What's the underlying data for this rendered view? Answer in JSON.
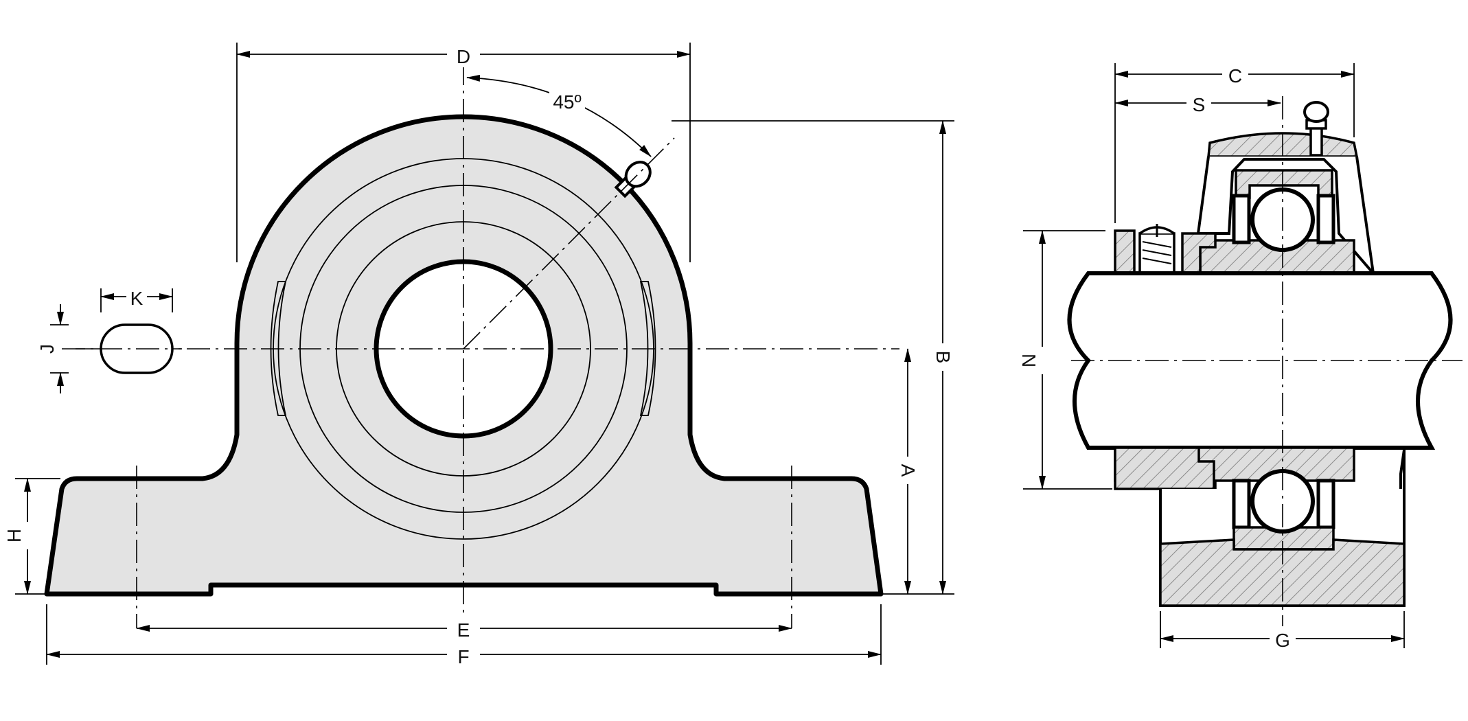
{
  "drawing": {
    "background_color": "#ffffff",
    "housing_color": "#e3e3e3",
    "line_color": "#000000",
    "angle_label": "45º",
    "dimensions": {
      "A": "A",
      "B": "B",
      "C": "C",
      "D": "D",
      "E": "E",
      "F": "F",
      "G": "G",
      "H": "H",
      "J": "J",
      "K": "K",
      "N": "N",
      "S": "S"
    }
  }
}
